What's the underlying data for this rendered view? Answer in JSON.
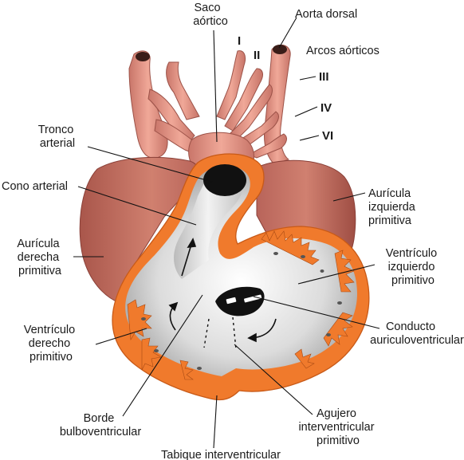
{
  "labels": {
    "saco": [
      "Saco",
      "aórtico"
    ],
    "aorta_dorsal": "Aorta dorsal",
    "arcos": "Arcos aórticos",
    "arch_I": "I",
    "arch_II": "II",
    "arch_III": "III",
    "arch_IV": "IV",
    "arch_VI": "VI",
    "tronco": [
      "Tronco",
      "arterial"
    ],
    "cono": "Cono arterial",
    "auricula_izq": [
      "Aurícula",
      "izquierda",
      "primitiva"
    ],
    "auricula_der": [
      "Aurícula",
      "derecha",
      "primitiva"
    ],
    "ventriculo_izq": [
      "Ventrículo",
      "izquierdo",
      "primitivo"
    ],
    "conducto": [
      "Conducto",
      "auriculoventricular"
    ],
    "ventriculo_der": [
      "Ventrículo",
      "derecho",
      "primitivo"
    ],
    "borde": [
      "Borde",
      "bulboventricular"
    ],
    "agujero": [
      "Agujero",
      "interventricular",
      "primitivo"
    ],
    "tabique": "Tabique interventricular"
  },
  "colors": {
    "vessel": "#e49685",
    "vessel_dark": "#b4645a",
    "atrium": "#c97466",
    "atrium_dark": "#9c4d44",
    "wall": "#f07a2c",
    "wall_edge": "#c85a18",
    "cavity": "#d7d7d7",
    "lumen": "#111111"
  }
}
